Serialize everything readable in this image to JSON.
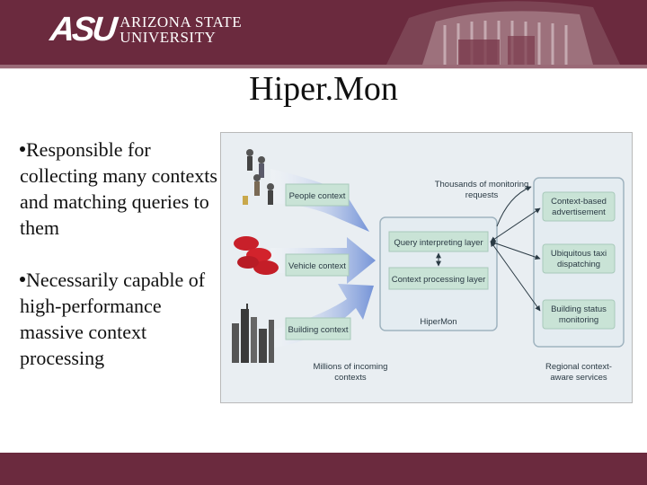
{
  "header": {
    "logo_mark": "ASU",
    "logo_line1": "ARIZONA STATE",
    "logo_line2": "UNIVERSITY"
  },
  "title": "Hiper.Mon",
  "bullets": [
    "Responsible for collecting many contexts and matching queries to them",
    "Necessarily capable of high-performance massive context processing"
  ],
  "diagram": {
    "people_context": "People context",
    "vehicle_context": "Vehicle context",
    "building_context": "Building context",
    "millions_line1": "Millions of incoming",
    "millions_line2": "contexts",
    "thousands_line1": "Thousands of monitoring",
    "thousands_line2": "requests",
    "query_layer": "Query interpreting layer",
    "context_layer": "Context processing layer",
    "hipermon_label": "HiperMon",
    "svc1_line1": "Context-based",
    "svc1_line2": "advertisement",
    "svc2_line1": "Ubiquitous taxi",
    "svc2_line2": "dispatching",
    "svc3_line1": "Building status",
    "svc3_line2": "monitoring",
    "regional_line1": "Regional context-",
    "regional_line2": "aware services"
  }
}
